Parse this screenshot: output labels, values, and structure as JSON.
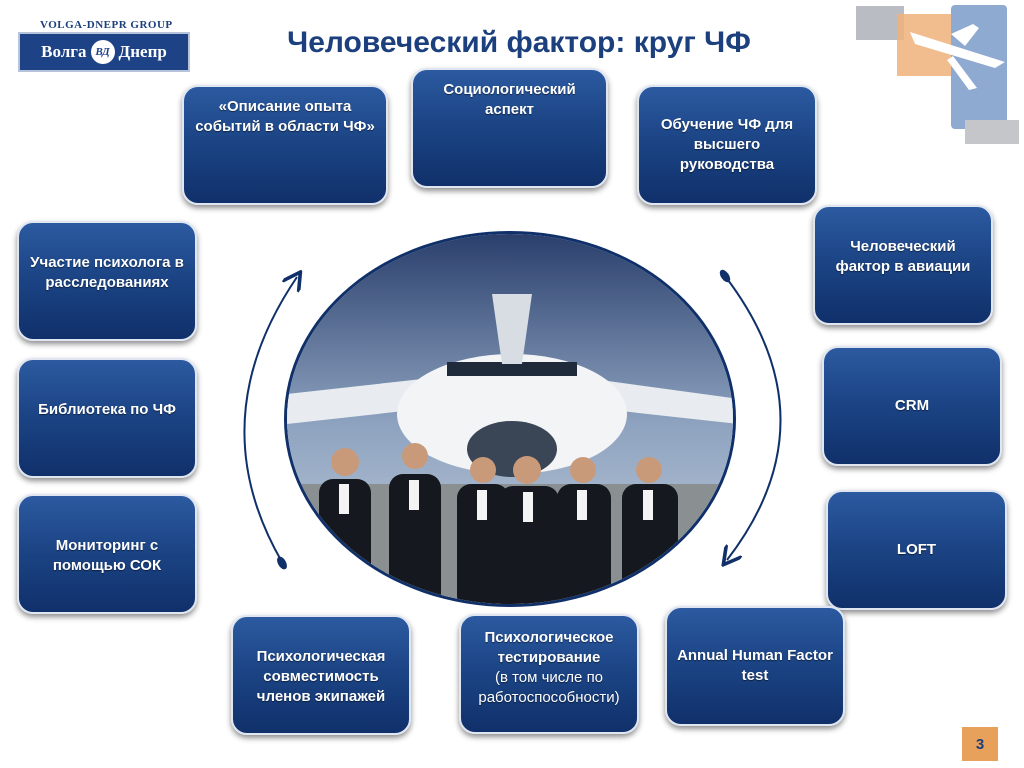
{
  "header": {
    "group_label": "VOLGA-DNEPR GROUP",
    "logo_left": "Волга",
    "logo_emblem": "ВД",
    "logo_right": "Днепр",
    "title": "Человеческий фактор: круг ЧФ"
  },
  "boxes": {
    "experience": "«Описание опыта событий в области ЧФ»",
    "sociology": "Социологический аспект",
    "training": "Обучение ЧФ для высшего руководства",
    "aviation": "Человеческий фактор в авиации",
    "crm": "CRM",
    "loft": "LOFT",
    "annual": "Annual Human Factor test",
    "testing_main": "Психологическое тестирование",
    "testing_sub": "(в том числе по работоспособности)",
    "compatibility": "Психологическая совместимость членов экипажей",
    "monitoring": "Мониторинг  с помощью СОК",
    "library": "Библиотека по ЧФ",
    "psychologist": "Участие психолога в расследованиях"
  },
  "page_number": "3",
  "colors": {
    "box_gradient_top": "#2c5aa0",
    "box_gradient_bottom": "#10306a",
    "title": "#1c3f7d",
    "page_badge": "#e7a15a"
  }
}
